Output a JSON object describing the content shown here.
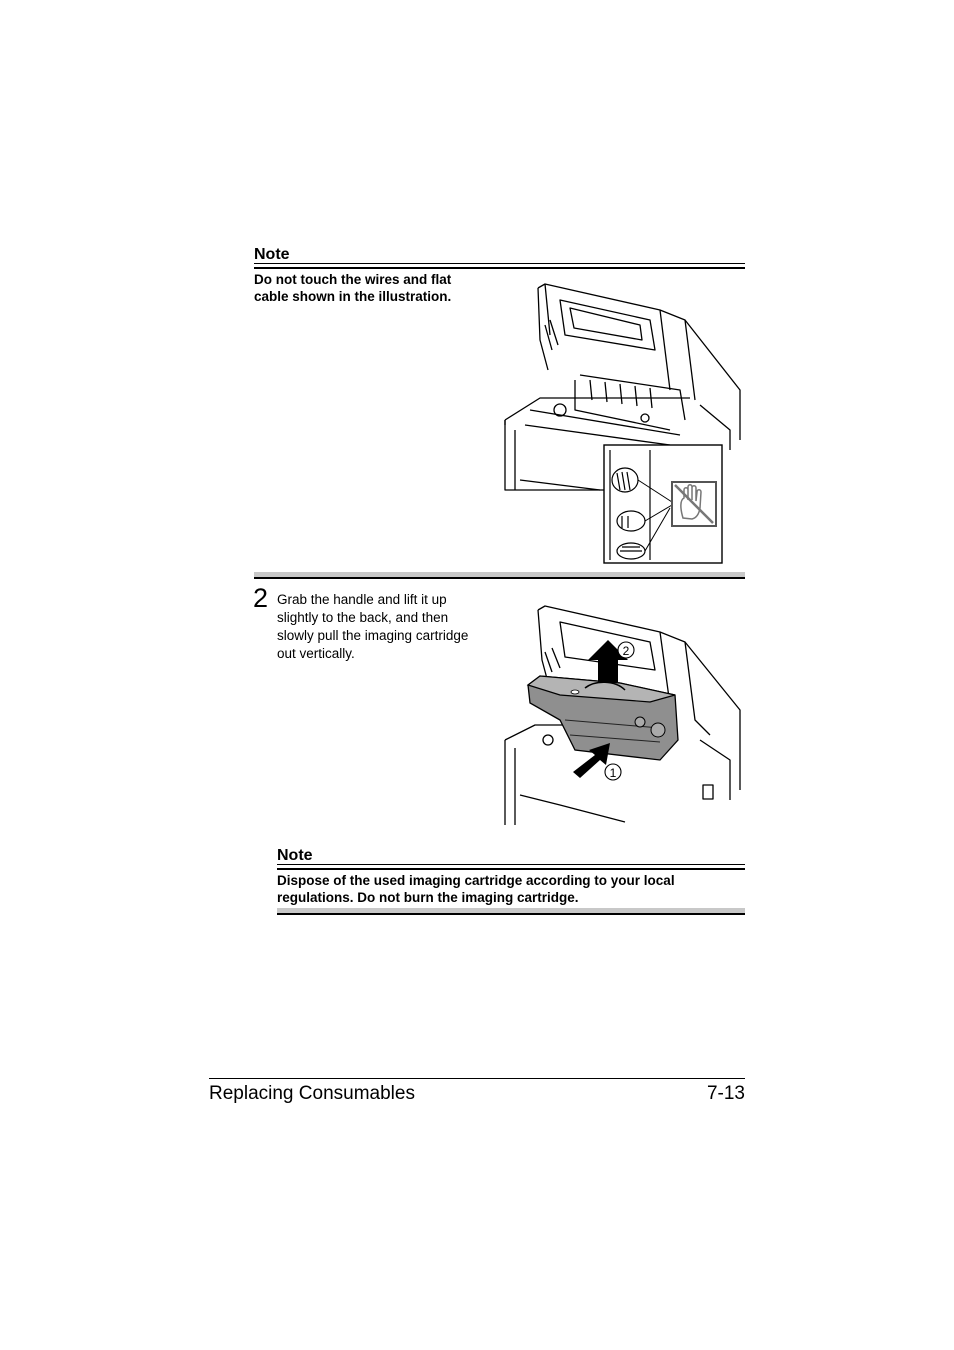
{
  "note1": {
    "label": "Note",
    "text_line1": "Do not touch the wires and flat",
    "text_line2": "cable shown in the illustration."
  },
  "step2": {
    "number": "2",
    "line1": "Grab the handle and lift it up",
    "line2": "slightly to the back, and then",
    "line3": "slowly pull the imaging cartridge",
    "line4": "out vertically.",
    "callout1": "1",
    "callout2": "2"
  },
  "note2": {
    "label": "Note",
    "text_line1": "Dispose of the used imaging cartridge according to your local",
    "text_line2": "regulations. Do not burn the imaging cartridge."
  },
  "footer": {
    "section": "Replacing Consumables",
    "page": "7-13"
  },
  "icons": [
    "printer-open-illustration",
    "no-touch-hand-icon",
    "lift-arrow-icon"
  ]
}
